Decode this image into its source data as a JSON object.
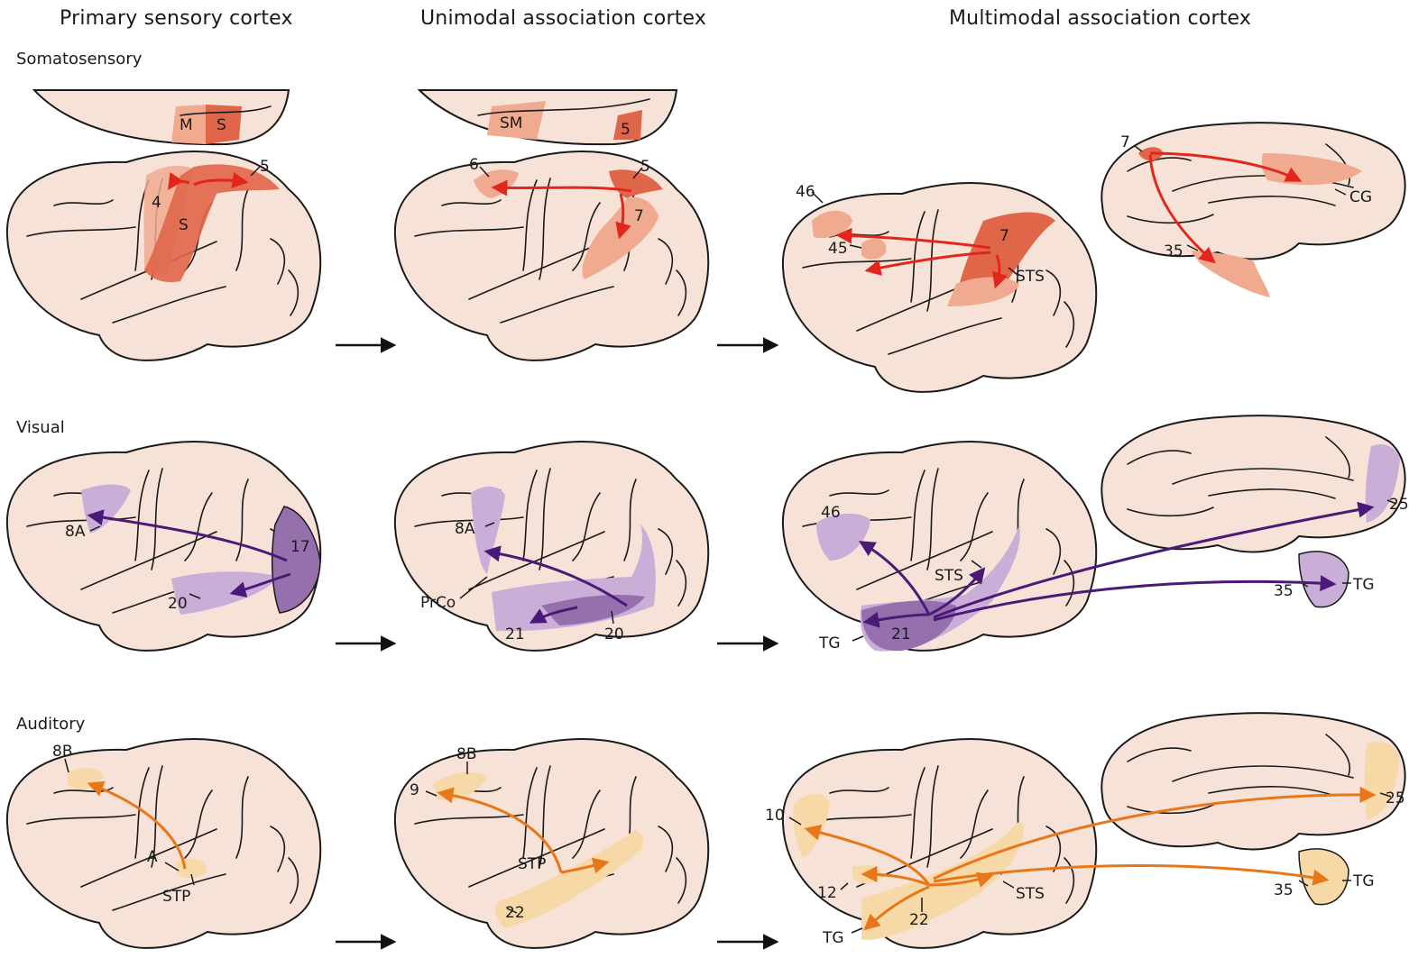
{
  "columns": {
    "primary": "Primary sensory cortex",
    "unimodal": "Unimodal association cortex",
    "multimodal": "Multimodal association cortex"
  },
  "rows": {
    "somato": "Somatosensory",
    "visual": "Visual",
    "auditory": "Auditory"
  },
  "colors": {
    "brain_fill": "#f7e2d8",
    "somato_light": "#f0aa90",
    "somato_dark": "#e0664a",
    "somato_arrow": "#e3261b",
    "visual_light": "#c9aed8",
    "visual_dark": "#9670ad",
    "visual_arrow": "#4b1a78",
    "auditory_light": "#f6d9a6",
    "auditory_arrow": "#e8771a"
  },
  "somato": {
    "primary": {
      "M": "M",
      "S_top": "S",
      "four": "4",
      "S": "S",
      "five": "5"
    },
    "unimodal": {
      "SM": "SM",
      "five_top": "5",
      "six": "6",
      "five": "5",
      "seven": "7"
    },
    "multimodal": {
      "n46": "46",
      "n45": "45",
      "n7": "7",
      "STS": "STS",
      "med7": "7",
      "CG": "CG",
      "n35": "35"
    }
  },
  "visual": {
    "primary": {
      "n17": "17",
      "n8A": "8A",
      "n20": "20"
    },
    "unimodal": {
      "n8A": "8A",
      "PrCo": "PrCo",
      "n21": "21",
      "n20": "20"
    },
    "multimodal": {
      "n46": "46",
      "STS": "STS",
      "TG": "TG",
      "n21": "21",
      "n25": "25",
      "n35": "35",
      "TG_med": "TG"
    }
  },
  "auditory": {
    "primary": {
      "n8B": "8B",
      "A": "A",
      "STP": "STP"
    },
    "unimodal": {
      "n8B": "8B",
      "n9": "9",
      "STP": "STP",
      "n22": "22"
    },
    "multimodal": {
      "n10": "10",
      "n12": "12",
      "STS": "STS",
      "TG": "TG",
      "n22": "22",
      "n25": "25",
      "n35": "35",
      "TG_med": "TG"
    }
  }
}
